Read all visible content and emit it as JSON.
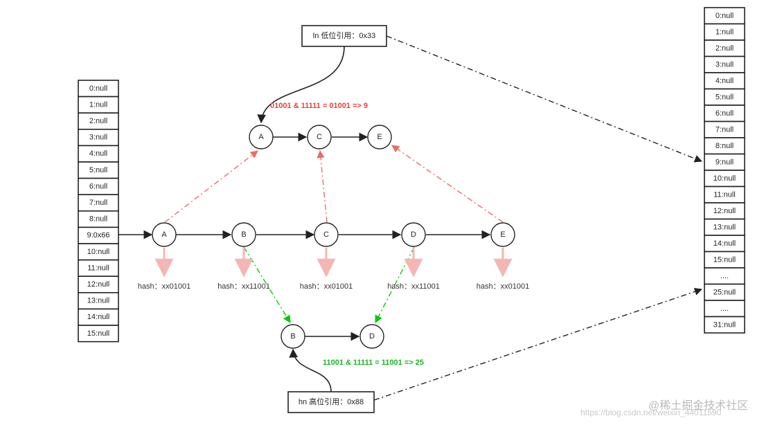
{
  "old_table": [
    "0:null",
    "1:null",
    "2:null",
    "3:null",
    "4:null",
    "5:null",
    "6:null",
    "7:null",
    "8:null",
    "9:0x66",
    "10:null",
    "11:null",
    "12:null",
    "13:null",
    "14:null",
    "15:null"
  ],
  "new_table": [
    "0:null",
    "1:null",
    "2:null",
    "3:null",
    "4:null",
    "5:null",
    "6:null",
    "7:null",
    "8:null",
    "9:null",
    "10:null",
    "11:null",
    "12:null",
    "13:null",
    "14:null",
    "15:null",
    "....",
    "25:null",
    "....",
    "31:null"
  ],
  "ln_box": "ln 低位引用：0x33",
  "hn_box": "hn 高位引用：0x88",
  "low_chain": [
    "A",
    "C",
    "E"
  ],
  "high_chain": [
    "B",
    "D"
  ],
  "orig_chain": [
    {
      "key": "A",
      "hash": "hash：xx01001"
    },
    {
      "key": "B",
      "hash": "hash：xx11001"
    },
    {
      "key": "C",
      "hash": "hash：xx01001"
    },
    {
      "key": "D",
      "hash": "hash：xx11001"
    },
    {
      "key": "E",
      "hash": "hash：xx01001"
    }
  ],
  "low_formula": "01001 & 11111 = 01001 => 9",
  "high_formula": "11001 & 11111 = 11001 => 25",
  "colors": {
    "line": "#333333",
    "red": "#ea6b66",
    "green": "#00cc00",
    "pink": "#f4b6b4"
  },
  "watermark_url": "https://blog.csdn.net/weixin_44011590",
  "watermark_brand": "@稀土掘金技术社区"
}
